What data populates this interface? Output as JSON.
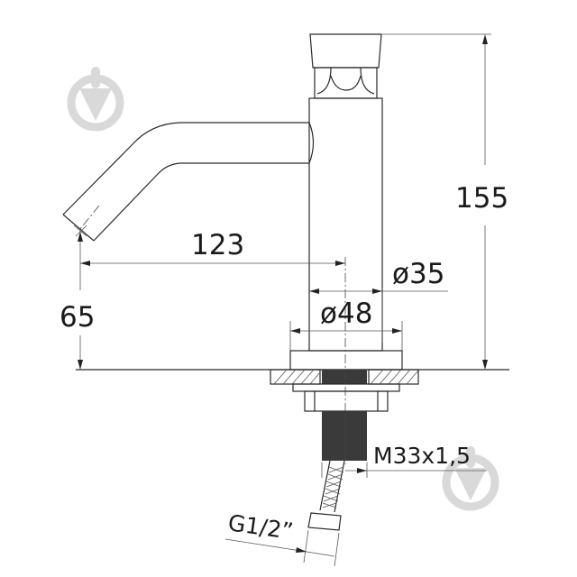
{
  "drawing": {
    "subject": "Single-lever basin tap technical drawing",
    "units": "mm",
    "colors": {
      "line": "#2a2a2a",
      "thread_fill": "#3a3a3a",
      "watermark": "#d9d9d9",
      "background": "#ffffff"
    },
    "dimensions": {
      "total_height": "155",
      "spout_reach": "123",
      "spout_height": "65",
      "body_diameter": "ø35",
      "base_diameter": "ø48",
      "mounting_thread": "M33x1,5",
      "hose_connection": "G1/2”"
    },
    "watermarks": [
      {
        "name": "watermark-top-left",
        "icon": "arrow-in-circle-icon"
      },
      {
        "name": "watermark-bottom-right",
        "icon": "arrow-in-circle-icon"
      }
    ]
  }
}
